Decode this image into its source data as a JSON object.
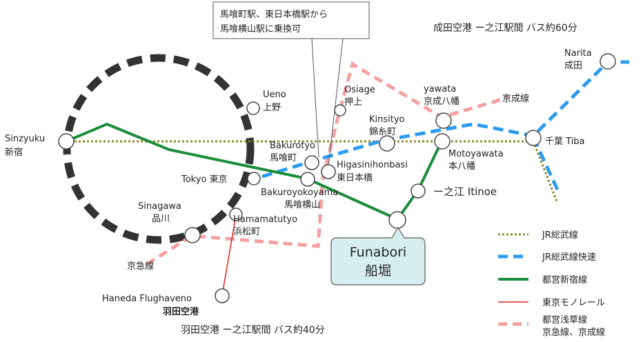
{
  "notes": {
    "narita_bus": "成田空港 ー之江駅間 バス約60分",
    "haneda_bus": "羽田空港 ー之江駅間 バス約40分"
  },
  "callout": {
    "line1": "馬喰町駅、東日本橋駅から",
    "line2": "馬喰横山駅に乗換可"
  },
  "funabori": {
    "roman": "Funabori",
    "kanji": "船堀"
  },
  "stations": {
    "sinzyuku": [
      "Sinzyuku",
      "新宿"
    ],
    "ueno": [
      "Ueno",
      "上野"
    ],
    "tokyo": [
      "Tokyo 東京"
    ],
    "sinagawa": [
      "Sinagawa",
      "品川"
    ],
    "hamamatutyo": [
      "Hamamatutyo",
      "浜松町"
    ],
    "haneda": [
      "Haneda Flughaveno",
      "羽田空港"
    ],
    "bakurotyo": [
      "Bakurotyo",
      "馬喰町"
    ],
    "bakuroyokoyama": [
      "Bakuroyokoyama",
      "馬喰横山"
    ],
    "higasinihonbasi": [
      "Higasinihonbasi",
      "東日本橋"
    ],
    "osiage": [
      "Osiage",
      "押上"
    ],
    "kinsityo": [
      "Kinsityo",
      "錦糸町"
    ],
    "yawata": [
      "yawata",
      "京成八幡"
    ],
    "motoyawata": [
      "Motoyawata",
      "本八幡"
    ],
    "itinoe": [
      "ー之江 Itinoe"
    ],
    "tiba": [
      "千葉 Tiba"
    ],
    "narita": [
      "Narita",
      "成田"
    ]
  },
  "line_labels": {
    "keisei": "京成線",
    "keikyu": "京急線"
  },
  "legend": [
    {
      "label": "JR総武線",
      "color": "#8a8a2a",
      "style": "dotted"
    },
    {
      "label": "JR総武線快速",
      "color": "#2d9bf0",
      "style": "dashed"
    },
    {
      "label": "都営新宿線",
      "color": "#1a8c3a",
      "style": "solid"
    },
    {
      "label": "東京モノレール",
      "color": "#e01e1e",
      "style": "thin"
    },
    {
      "label": "都営浅草線\n京急線、京成線",
      "color": "#f4a0a0",
      "style": "dashed"
    }
  ]
}
